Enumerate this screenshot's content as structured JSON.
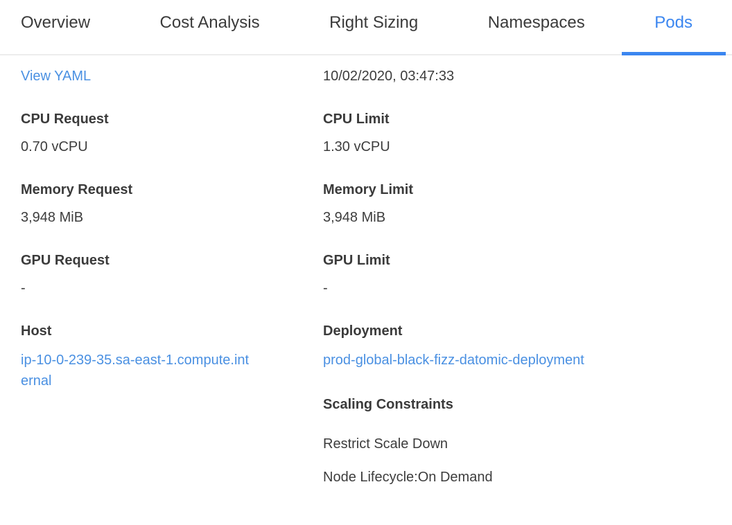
{
  "colors": {
    "accent": "#3b86f0",
    "link": "#4a90e2",
    "label_text": "#3b3b3b",
    "value_text": "#3d3d3d",
    "divider": "#ededed"
  },
  "tabs": {
    "active": "Pods",
    "items": [
      {
        "label": "Overview"
      },
      {
        "label": "Cost Analysis"
      },
      {
        "label": "Right Sizing"
      },
      {
        "label": "Namespaces"
      },
      {
        "label": "Pods"
      }
    ]
  },
  "detail": {
    "view_yaml": "View YAML",
    "timestamp": "10/02/2020, 03:47:33",
    "left_sections": [
      {
        "label": "CPU Request",
        "value": "0.70 vCPU"
      },
      {
        "label": "Memory Request",
        "value": "3,948 MiB"
      },
      {
        "label": "GPU Request",
        "value": "-"
      },
      {
        "label": "Host",
        "value": "ip-10-0-239-35.sa-east-1.compute.internal"
      }
    ],
    "right_sections": [
      {
        "label": "CPU Limit",
        "value": "1.30 vCPU"
      },
      {
        "label": "Memory Limit",
        "value": "3,948 MiB"
      },
      {
        "label": "GPU Limit",
        "value": "-"
      },
      {
        "label": "Deployment",
        "value": "prod-global-black-fizz-datomic-deployment"
      }
    ],
    "scaling": {
      "title": "Scaling Constraints",
      "items": [
        "Restrict Scale Down",
        "Node Lifecycle:On Demand"
      ]
    }
  }
}
